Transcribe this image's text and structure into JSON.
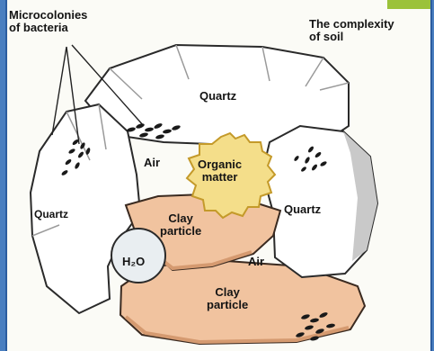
{
  "labels": {
    "microcolonies": "Microcolonies\nof bacteria",
    "complexity": "The complexity\nof soil",
    "quartz_top": "Quartz",
    "quartz_left": "Quartz",
    "quartz_right": "Quartz",
    "air_left": "Air",
    "organic_matter": "Organic\nmatter",
    "clay_particle_upper": "Clay\nparticle",
    "h2o": "H₂O",
    "air_right": "Air",
    "clay_particle_lower": "Clay\nparticle"
  },
  "colors": {
    "background": "#4a7fc0",
    "panel": "#fbfbf6",
    "accent_tab": "#9bc23a",
    "quartz": "#ffffff",
    "quartz_shade": "#c9c9c9",
    "clay": "#f1c39f",
    "clay_shade": "#d59a70",
    "organic": "#f4de8a",
    "organic_edge": "#c49a2a",
    "water": "#e9eef1",
    "bacteria": "#1a1a1a"
  }
}
